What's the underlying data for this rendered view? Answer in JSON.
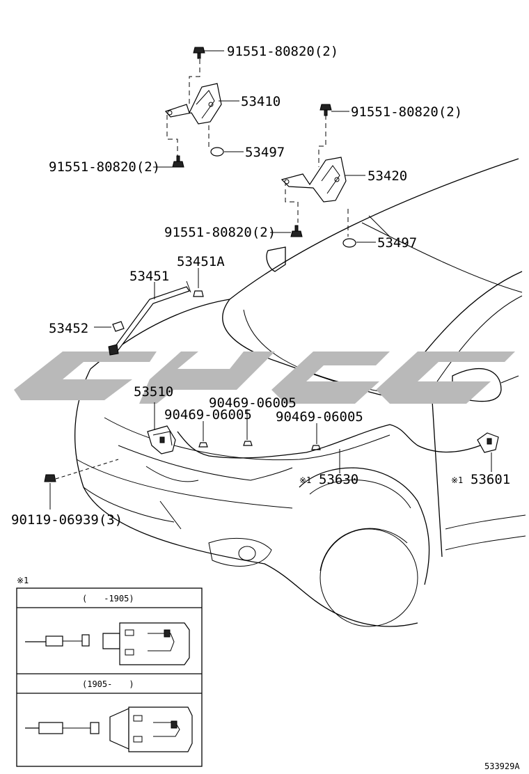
{
  "labels": {
    "bolt_hinge_top_left": "91551-80820(2)",
    "hinge_left": "53410",
    "bolt_hinge_top_right": "91551-80820(2)",
    "cushion_left": "53497",
    "bolt_hinge_left_lower": "91551-80820(2)",
    "hinge_right": "53420",
    "bolt_hinge_right_lower": "91551-80820(2)",
    "cushion_right": "53497",
    "support_rod_holder": "53451A",
    "support_rod": "53451",
    "rod_clamp": "53452",
    "lock": "53510",
    "clip_a": "90469-06005",
    "clip_b": "90469-06005",
    "clip_c": "90469-06005",
    "cable": "53630",
    "cable_mark": "※1",
    "switch": "53601",
    "switch_mark": "※1",
    "screw": "90119-06939(3)",
    "detail_mark": "※1",
    "detail_range_top": "(　　-1905)",
    "detail_range_bottom": "(1905-　　)",
    "diagram_id": "533929A"
  },
  "watermark": {
    "color": "#b9b9b9"
  }
}
